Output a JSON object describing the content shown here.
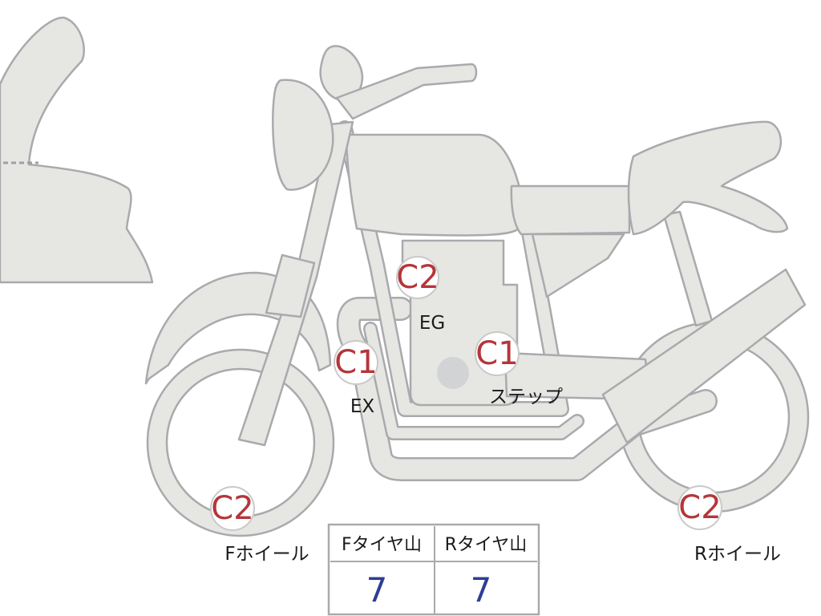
{
  "colors": {
    "part_fill": "#e6e6e3",
    "part_stroke": "#a9aaad",
    "grade_text": "#b5353a",
    "value_text": "#2d3e93"
  },
  "markers": [
    {
      "name": "eg",
      "grade": "C2",
      "label": "EG"
    },
    {
      "name": "ex",
      "grade": "C1",
      "label": "EX"
    },
    {
      "name": "step",
      "grade": "C1",
      "label": "ステップ"
    },
    {
      "name": "front-wheel",
      "grade": "C2",
      "label": "Fホイール"
    },
    {
      "name": "rear-wheel",
      "grade": "C2",
      "label": "Rホイール"
    }
  ],
  "tire_table": {
    "headers": [
      "Fタイヤ山",
      "Rタイヤ山"
    ],
    "values": [
      "7",
      "7"
    ]
  }
}
